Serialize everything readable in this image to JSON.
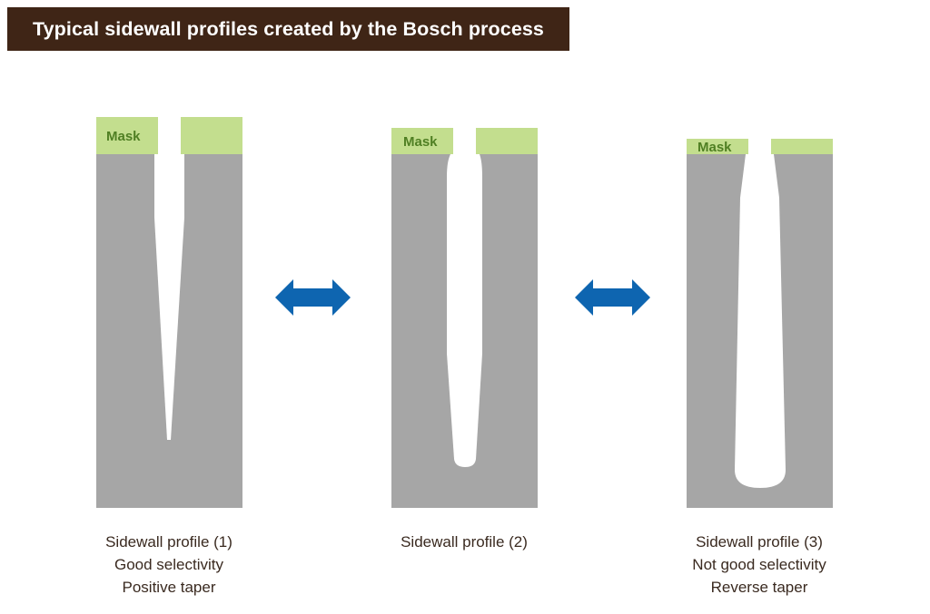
{
  "title": "Typical sidewall profiles created by the Bosch process",
  "colors": {
    "title_bg": "#3f2516",
    "title_text": "#ffffff",
    "silicon": "#a6a6a6",
    "mask": "#c3de8e",
    "mask_text": "#4f7f23",
    "arrow": "#0e65b0",
    "caption_text": "#3a2a20"
  },
  "profiles": [
    {
      "mask_label": "Mask",
      "caption": [
        "Sidewall profile (1)",
        "Good selectivity",
        "Positive taper"
      ]
    },
    {
      "mask_label": "Mask",
      "caption": [
        "Sidewall profile (2)"
      ]
    },
    {
      "mask_label": "Mask",
      "caption": [
        "Sidewall profile (3)",
        "Not good selectivity",
        "Reverse taper"
      ]
    }
  ],
  "arrows": [
    {
      "icon": "double-arrow-icon",
      "between": [
        "profile 1",
        "profile 2"
      ]
    },
    {
      "icon": "double-arrow-icon",
      "between": [
        "profile 2",
        "profile 3"
      ]
    }
  ]
}
